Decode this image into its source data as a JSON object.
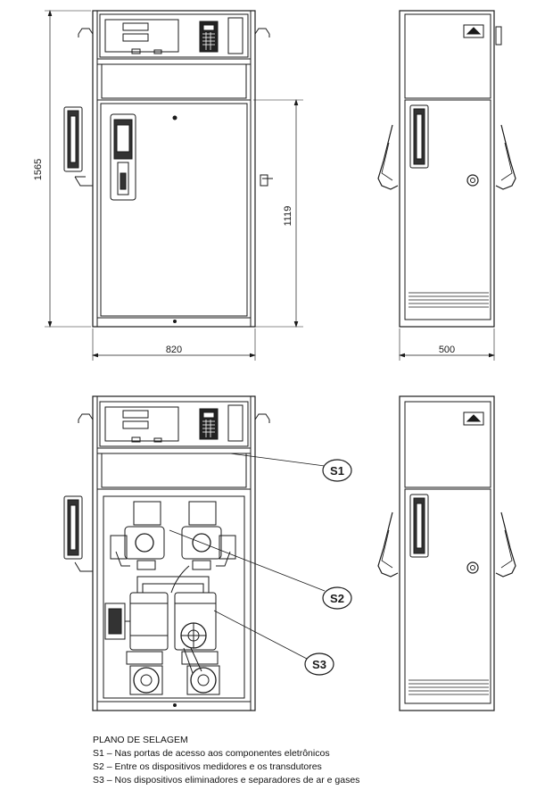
{
  "dimensions": {
    "height_total": "1565",
    "height_door": "1119",
    "width_front": "820",
    "width_side": "500"
  },
  "seal_labels": {
    "s1": "S1",
    "s2": "S2",
    "s3": "S3"
  },
  "caption": {
    "title": "PLANO DE SELAGEM",
    "items": [
      "S1 – Nas portas de acesso aos componentes eletrônicos",
      "S2 – Entre os dispositivos medidores e os transdutores",
      "S3 – Nos dispositivos eliminadores e separadores de ar e gases"
    ]
  },
  "colors": {
    "line": "#1a1a1a",
    "background": "#ffffff"
  }
}
